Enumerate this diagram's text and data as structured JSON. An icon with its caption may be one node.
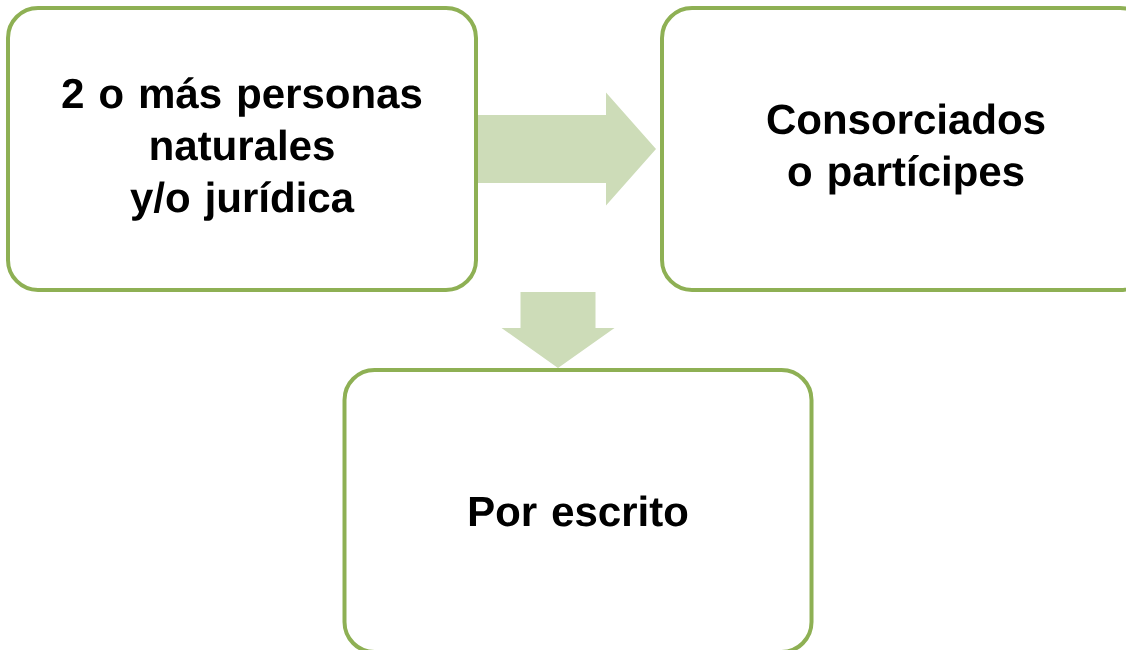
{
  "diagram": {
    "nodes": [
      {
        "text": [
          "2 o más personas naturales y/o jurídica"
        ]
      },
      {
        "text": [
          "Consorciados o partícipes"
        ]
      },
      {
        "text": [
          "Por escrito"
        ]
      }
    ],
    "edges": [
      {
        "from": 0,
        "to": 1,
        "arrow": "to"
      },
      {
        "from": 0,
        "to": 2,
        "arrow": "to"
      }
    ]
  }
}
